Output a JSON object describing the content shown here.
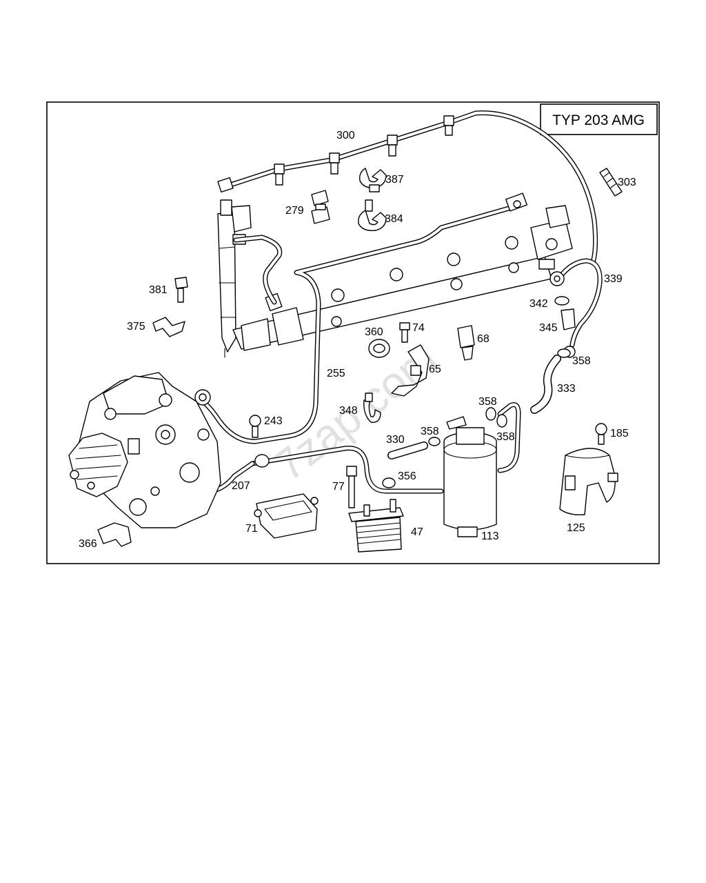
{
  "diagram": {
    "model_box": "TYP 203 AMG",
    "watermark": "7zap.com",
    "callouts": {
      "c300": "300",
      "c303": "303",
      "c387": "387",
      "c384": "384",
      "c279": "279",
      "c339": "339",
      "c342": "342",
      "c345": "345",
      "c358a": "358",
      "c333": "333",
      "c381": "381",
      "c375": "375",
      "c360": "360",
      "c74": "74",
      "c68": "68",
      "c65": "65",
      "c255": "255",
      "c243": "243",
      "c348": "348",
      "c358b": "358",
      "c358c": "358",
      "c358d": "358",
      "c330": "330",
      "c356": "356",
      "c185": "185",
      "c207": "207",
      "c77": "77",
      "c71": "71",
      "c47": "47",
      "c113": "113",
      "c125": "125",
      "c366": "366"
    }
  }
}
